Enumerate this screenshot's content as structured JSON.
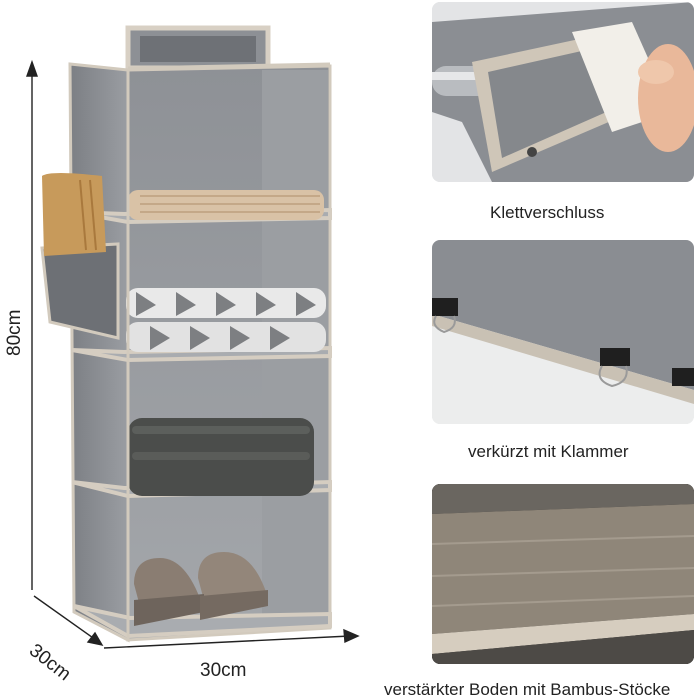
{
  "dimensions": {
    "height": "80cm",
    "depth": "30cm",
    "width": "30cm"
  },
  "features": [
    {
      "caption": "Klettverschluss",
      "image": "velcro-strap-closeup"
    },
    {
      "caption": "verkürzt mit Klammer",
      "image": "binder-clip-closeup"
    },
    {
      "caption": "verstärkter Boden mit Bambus-Stöcke",
      "image": "reinforced-shelf-closeup"
    }
  ],
  "colors": {
    "felt_grey": "#8a8d92",
    "felt_dark": "#6f7277",
    "trim_beige": "#cfc6b8",
    "background": "#ffffff"
  }
}
